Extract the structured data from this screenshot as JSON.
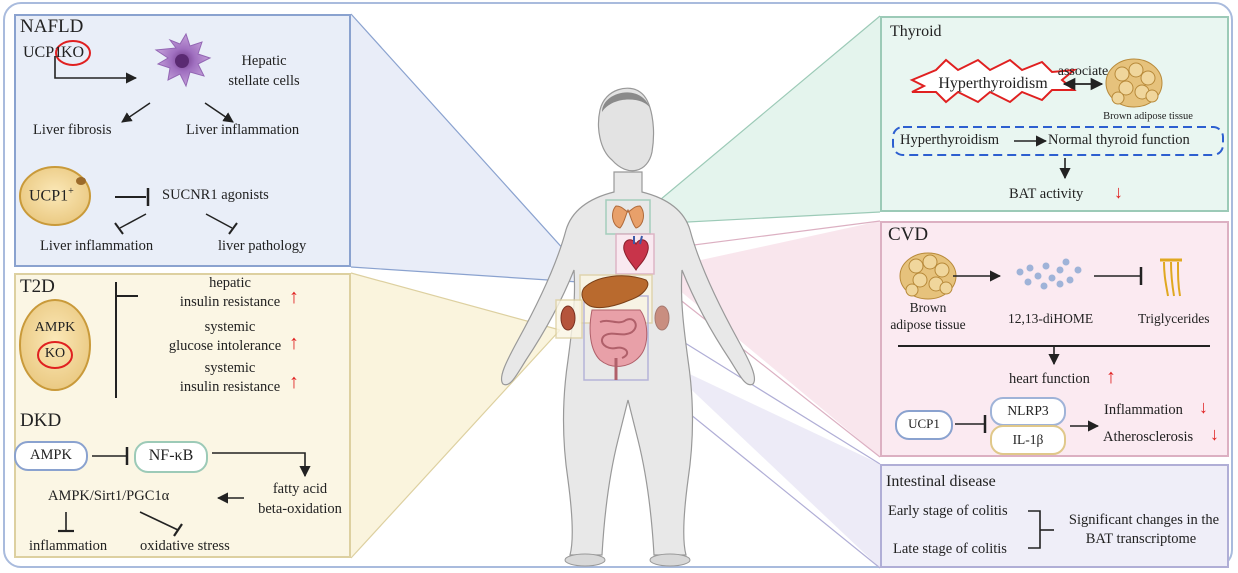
{
  "nafld": {
    "title": "NAFLD",
    "ucp1": "UCP1",
    "ko": "KO",
    "hsc_line1": "Hepatic",
    "hsc_line2": "stellate cells",
    "fibrosis": "Liver fibrosis",
    "inflammation1": "Liver inflammation",
    "ucp1_plus": "UCP1",
    "ucp1_plus_sup": "+",
    "sucnr1": "SUCNR1 agonists",
    "inflammation2": "Liver inflammation",
    "pathology": "liver pathology"
  },
  "t2d": {
    "title": "T2D",
    "ampk": "AMPK",
    "ko": "KO",
    "e1_line1": "hepatic",
    "e1_line2": "insulin resistance",
    "e2_line1": "systemic",
    "e2_line2": "glucose intolerance",
    "e3_line1": "systemic",
    "e3_line2": "insulin resistance",
    "arrow": "↑"
  },
  "dkd": {
    "title": "DKD",
    "ampk": "AMPK",
    "nfkb": "NF-κB",
    "fa_line1": "fatty acid",
    "fa_line2": "beta-oxidation",
    "pathway": "AMPK/Sirt1/PGC1α",
    "inflammation": "inflammation",
    "oxidative": "oxidative stress"
  },
  "thyroid": {
    "title": "Thyroid",
    "hyper": "Hyperthyroidism",
    "associate": "associate",
    "bat": "Brown adipose tissue",
    "hyper2": "Hyperthyroidism",
    "normal": "Normal thyroid function",
    "bat_activity": "BAT activity",
    "arrow": "↓"
  },
  "cvd": {
    "title": "CVD",
    "bat_line1": "Brown",
    "bat_line2": "adipose tissue",
    "dihome": "12,13-diHOME",
    "trig": "Triglycerides",
    "heart": "heart function",
    "up": "↑",
    "ucp1": "UCP1",
    "nlrp3": "NLRP3",
    "il1b": "IL-1β",
    "inflammation": "Inflammation",
    "athero": "Atherosclerosis",
    "down": "↓"
  },
  "intestinal": {
    "title": "Intestinal disease",
    "early": "Early stage of colitis",
    "late": "Late stage of colitis",
    "change_line1": "Significant changes in the",
    "change_line2": "BAT transcriptome"
  },
  "colors": {
    "nafld_bg": "#e9eef8",
    "nafld_border": "#8aa2cf",
    "t2d_bg": "#fbf6e4",
    "t2d_border": "#ddd0a0",
    "thyroid_bg": "#e9f6f1",
    "thyroid_border": "#9ccab7",
    "cvd_bg": "#fbeaf1",
    "cvd_border": "#dcb0c2",
    "intestinal_bg": "#efeef8",
    "intestinal_border": "#b0aed6",
    "arrow_red": "#e02020"
  }
}
